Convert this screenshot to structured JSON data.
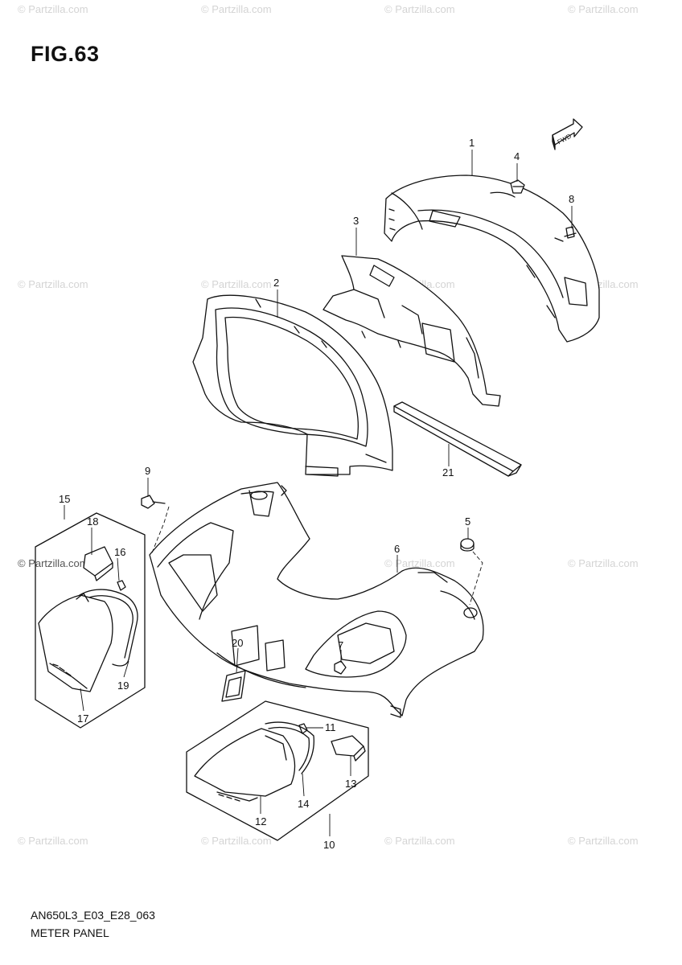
{
  "figure_title": "FIG.63",
  "diagram_code": "AN650L3_E03_E28_063",
  "caption": "METER PANEL",
  "watermark": "© Partzilla.com",
  "fwd_label": "FWD",
  "callouts": [
    "1",
    "2",
    "3",
    "4",
    "5",
    "6",
    "7",
    "8",
    "9",
    "10",
    "11",
    "12",
    "13",
    "14",
    "15",
    "16",
    "17",
    "18",
    "19",
    "20",
    "21"
  ]
}
